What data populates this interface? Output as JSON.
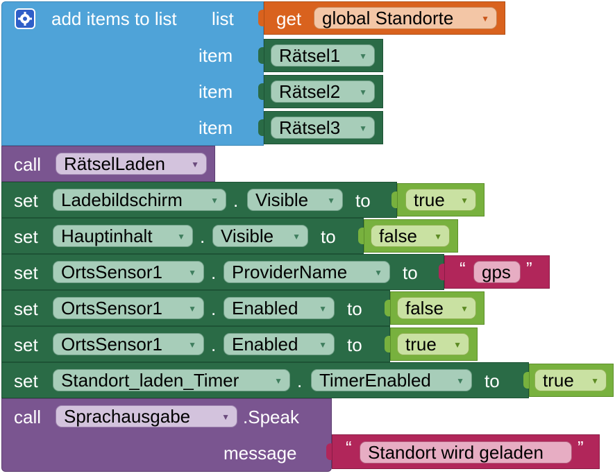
{
  "add_items": {
    "label": "add items to list",
    "list_label": "list",
    "item_label": "item",
    "get_label": "get",
    "list_var": "global Standorte",
    "items": [
      "Rätsel1",
      "Rätsel2",
      "Rätsel3"
    ]
  },
  "call_raetsel": {
    "call_label": "call",
    "procedure": "RätselLaden"
  },
  "set_label": "set",
  "dot": ".",
  "to_label": "to",
  "setters": [
    {
      "component": "Ladebildschirm",
      "property": "Visible",
      "value": "true",
      "value_type": "logic"
    },
    {
      "component": "Hauptinhalt",
      "property": "Visible",
      "value": "false",
      "value_type": "logic"
    },
    {
      "component": "OrtsSensor1",
      "property": "ProviderName",
      "value": "gps",
      "value_type": "text"
    },
    {
      "component": "OrtsSensor1",
      "property": "Enabled",
      "value": "false",
      "value_type": "logic"
    },
    {
      "component": "OrtsSensor1",
      "property": "Enabled",
      "value": "true",
      "value_type": "logic"
    },
    {
      "component": "Standort_laden_Timer",
      "property": "TimerEnabled",
      "value": "true",
      "value_type": "logic"
    }
  ],
  "call_speak": {
    "call_label": "call",
    "component": "Sprachausgabe",
    "method": ".Speak",
    "message_label": "message",
    "message": "Standort wird geladen"
  },
  "quote_open": "“",
  "quote_close": "”",
  "icons": {
    "gear": "gear-icon",
    "dropdown": "dropdown-arrow-icon"
  },
  "colors": {
    "list_block": "#4fa3d8",
    "variable_block": "#d9621e",
    "component_block": "#2a6b46",
    "logic_block": "#78b13e",
    "text_block": "#b1265a",
    "procedure_block": "#7a5590"
  }
}
